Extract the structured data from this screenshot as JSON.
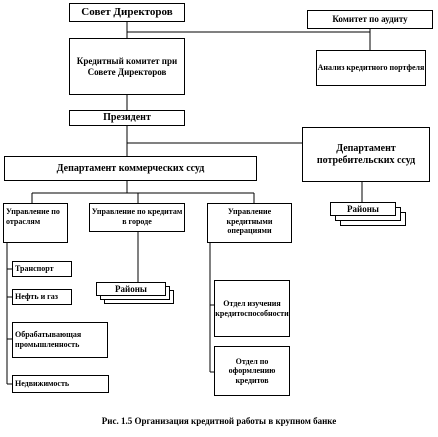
{
  "diagram": {
    "nodes": {
      "board": "Совет Директоров",
      "audit_committee": "Комитет по аудиту",
      "credit_committee": "Кредитный комитет при Совете Директоров",
      "portfolio_analysis": "Анализ кредитного портфеля",
      "president": "Президент",
      "commercial_loans_dept": "Департамент коммерческих ссуд",
      "consumer_loans_dept": "Департамент потребительских ссуд",
      "industry_mgmt": "Управление по отраслям",
      "city_loans_mgmt": "Управление по кредитам в городе",
      "credit_ops_mgmt": "Управление кредитными операциями",
      "transport": "Транспорт",
      "oil_gas": "Нефть и газ",
      "manufacturing": "Обрабатывающая промышленность",
      "real_estate": "Недвижимость",
      "credit_study_dept": "Отдел изучения кредитоспособности",
      "loan_processing_dept": "Отдел по оформлению кредитов",
      "districts_city": "Районы",
      "districts_consumer": "Районы"
    },
    "caption": "Рис. 1.5 Организация кредитной работы в крупном банке"
  }
}
